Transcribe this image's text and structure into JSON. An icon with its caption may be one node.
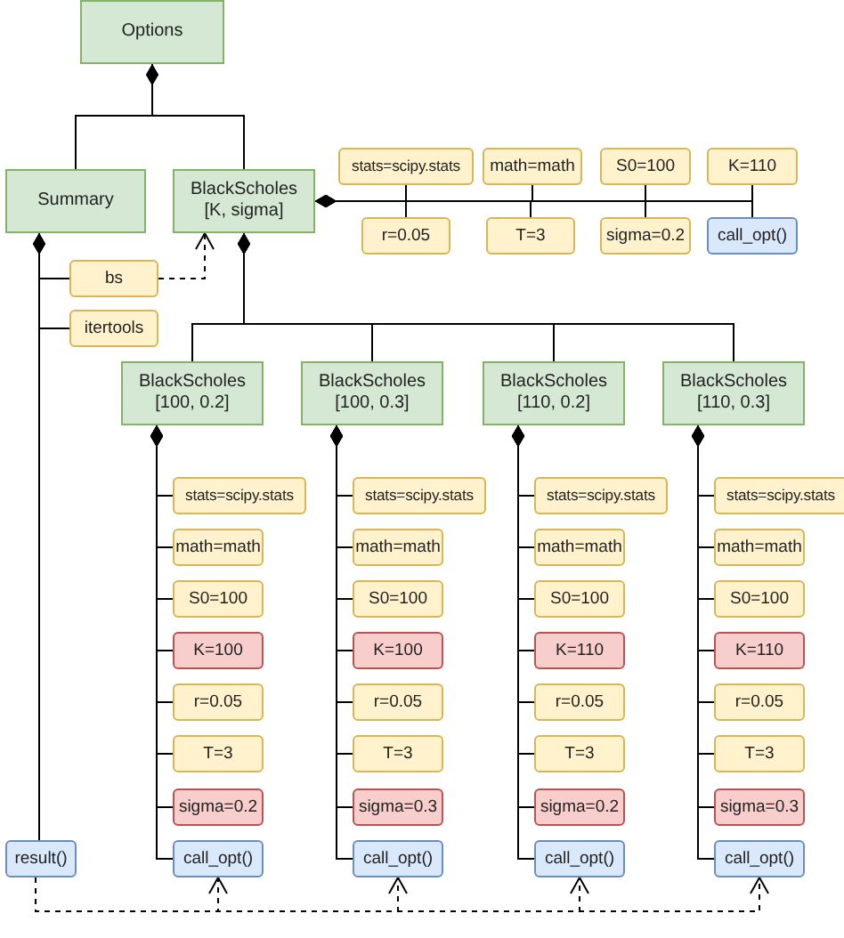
{
  "diagram": {
    "nodes": [
      {
        "text": [
          "Options"
        ]
      },
      {
        "text": [
          "Summary"
        ]
      },
      {
        "text": [
          "BlackScholes [K, sigma]"
        ]
      },
      {
        "text": [
          "stats=scipy.stats"
        ]
      },
      {
        "text": [
          "r=0.05"
        ]
      },
      {
        "text": [
          "math=math"
        ]
      },
      {
        "text": [
          "T=3"
        ]
      },
      {
        "text": [
          "S0=100"
        ]
      },
      {
        "text": [
          "sigma=0.2"
        ]
      },
      {
        "text": [
          "K=110"
        ]
      },
      {
        "text": [
          "call_opt()"
        ]
      },
      {
        "text": [
          "bs"
        ]
      },
      {
        "text": [
          "itertools"
        ]
      },
      {
        "text": [
          "result()"
        ]
      },
      {
        "text": [
          "BlackScholes [100, 0.2]"
        ]
      },
      {
        "text": [
          "stats=scipy.stats"
        ]
      },
      {
        "text": [
          "math=math"
        ]
      },
      {
        "text": [
          "S0=100"
        ]
      },
      {
        "text": [
          "K=100"
        ]
      },
      {
        "text": [
          "r=0.05"
        ]
      },
      {
        "text": [
          "T=3"
        ]
      },
      {
        "text": [
          "sigma=0.2"
        ]
      },
      {
        "text": [
          "call_opt()"
        ]
      },
      {
        "text": [
          "BlackScholes [100, 0.3]"
        ]
      },
      {
        "text": [
          "stats=scipy.stats"
        ]
      },
      {
        "text": [
          "math=math"
        ]
      },
      {
        "text": [
          "S0=100"
        ]
      },
      {
        "text": [
          "K=100"
        ]
      },
      {
        "text": [
          "r=0.05"
        ]
      },
      {
        "text": [
          "T=3"
        ]
      },
      {
        "text": [
          "sigma=0.3"
        ]
      },
      {
        "text": [
          "call_opt()"
        ]
      },
      {
        "text": [
          "BlackScholes [110, 0.2]"
        ]
      },
      {
        "text": [
          "stats=scipy.stats"
        ]
      },
      {
        "text": [
          "math=math"
        ]
      },
      {
        "text": [
          "S0=100"
        ]
      },
      {
        "text": [
          "K=110"
        ]
      },
      {
        "text": [
          "r=0.05"
        ]
      },
      {
        "text": [
          "T=3"
        ]
      },
      {
        "text": [
          "sigma=0.2"
        ]
      },
      {
        "text": [
          "call_opt()"
        ]
      },
      {
        "text": [
          "BlackScholes [110, 0.3]"
        ]
      },
      {
        "text": [
          "stats=scipy.stats"
        ]
      },
      {
        "text": [
          "math=math"
        ]
      },
      {
        "text": [
          "S0=100"
        ]
      },
      {
        "text": [
          "K=110"
        ]
      },
      {
        "text": [
          "r=0.05"
        ]
      },
      {
        "text": [
          "T=3"
        ]
      },
      {
        "text": [
          "sigma=0.3"
        ]
      },
      {
        "text": [
          "call_opt()"
        ]
      }
    ],
    "edges": [
      {
        "from": 0,
        "to": 1,
        "arrow": "other"
      },
      {
        "from": 0,
        "to": 2,
        "arrow": "other"
      },
      {
        "from": 2,
        "to": 3,
        "arrow": "other"
      },
      {
        "from": 2,
        "to": 4,
        "arrow": "other"
      },
      {
        "from": 2,
        "to": 5,
        "arrow": "other"
      },
      {
        "from": 2,
        "to": 6,
        "arrow": "other"
      },
      {
        "from": 2,
        "to": 7,
        "arrow": "other"
      },
      {
        "from": 2,
        "to": 8,
        "arrow": "other"
      },
      {
        "from": 2,
        "to": 9,
        "arrow": "other"
      },
      {
        "from": 2,
        "to": 10,
        "arrow": "other"
      },
      {
        "from": 1,
        "to": 11,
        "arrow": "other"
      },
      {
        "from": 1,
        "to": 12,
        "arrow": "other"
      },
      {
        "from": 1,
        "to": 13,
        "arrow": "other"
      },
      {
        "from": 11,
        "to": 2,
        "arrow": "to",
        "style": "dashed"
      },
      {
        "from": 2,
        "to": 14,
        "arrow": "other"
      },
      {
        "from": 2,
        "to": 23,
        "arrow": "other"
      },
      {
        "from": 2,
        "to": 32,
        "arrow": "other"
      },
      {
        "from": 2,
        "to": 41,
        "arrow": "other"
      },
      {
        "from": 14,
        "to": 15,
        "arrow": "other"
      },
      {
        "from": 14,
        "to": 16,
        "arrow": "other"
      },
      {
        "from": 14,
        "to": 17,
        "arrow": "other"
      },
      {
        "from": 14,
        "to": 18,
        "arrow": "other"
      },
      {
        "from": 14,
        "to": 19,
        "arrow": "other"
      },
      {
        "from": 14,
        "to": 20,
        "arrow": "other"
      },
      {
        "from": 14,
        "to": 21,
        "arrow": "other"
      },
      {
        "from": 14,
        "to": 22,
        "arrow": "other"
      },
      {
        "from": 23,
        "to": 24,
        "arrow": "other"
      },
      {
        "from": 23,
        "to": 25,
        "arrow": "other"
      },
      {
        "from": 23,
        "to": 26,
        "arrow": "other"
      },
      {
        "from": 23,
        "to": 27,
        "arrow": "other"
      },
      {
        "from": 23,
        "to": 28,
        "arrow": "other"
      },
      {
        "from": 23,
        "to": 29,
        "arrow": "other"
      },
      {
        "from": 23,
        "to": 30,
        "arrow": "other"
      },
      {
        "from": 23,
        "to": 31,
        "arrow": "other"
      },
      {
        "from": 32,
        "to": 33,
        "arrow": "other"
      },
      {
        "from": 32,
        "to": 34,
        "arrow": "other"
      },
      {
        "from": 32,
        "to": 35,
        "arrow": "other"
      },
      {
        "from": 32,
        "to": 36,
        "arrow": "other"
      },
      {
        "from": 32,
        "to": 37,
        "arrow": "other"
      },
      {
        "from": 32,
        "to": 38,
        "arrow": "other"
      },
      {
        "from": 32,
        "to": 39,
        "arrow": "other"
      },
      {
        "from": 32,
        "to": 40,
        "arrow": "other"
      },
      {
        "from": 41,
        "to": 42,
        "arrow": "other"
      },
      {
        "from": 41,
        "to": 43,
        "arrow": "other"
      },
      {
        "from": 41,
        "to": 44,
        "arrow": "other"
      },
      {
        "from": 41,
        "to": 45,
        "arrow": "other"
      },
      {
        "from": 41,
        "to": 46,
        "arrow": "other"
      },
      {
        "from": 41,
        "to": 47,
        "arrow": "other"
      },
      {
        "from": 41,
        "to": 48,
        "arrow": "other"
      },
      {
        "from": 41,
        "to": 49,
        "arrow": "other"
      },
      {
        "from": 13,
        "to": 22,
        "arrow": "to",
        "style": "dashed"
      },
      {
        "from": 13,
        "to": 31,
        "arrow": "to",
        "style": "dashed"
      },
      {
        "from": 13,
        "to": 40,
        "arrow": "to",
        "style": "dashed"
      },
      {
        "from": 13,
        "to": 49,
        "arrow": "to",
        "style": "dashed"
      }
    ]
  }
}
